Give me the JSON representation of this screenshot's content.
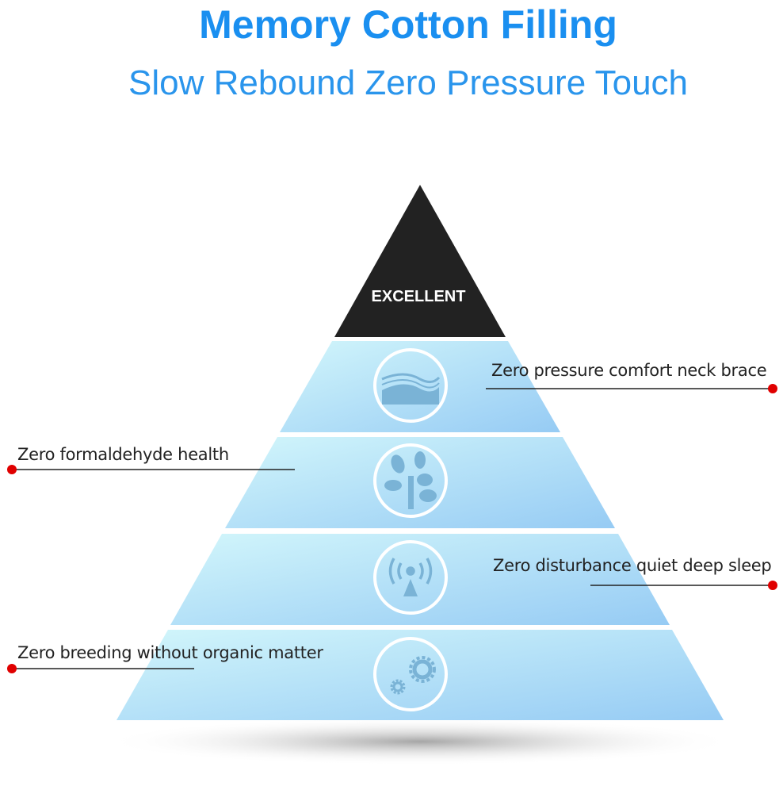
{
  "header": {
    "title": "Memory Cotton Filling",
    "subtitle": "Slow Rebound Zero Pressure Touch"
  },
  "pyramid": {
    "top_label": "EXCELLENT",
    "tiers": [
      {
        "icon": "mattress-wave-icon",
        "label": "Zero pressure comfort neck brace",
        "side": "right"
      },
      {
        "icon": "tree-icon",
        "label": "Zero formaldehyde health",
        "side": "left"
      },
      {
        "icon": "signal-tower-icon",
        "label": "Zero disturbance quiet deep sleep",
        "side": "right"
      },
      {
        "icon": "gears-icon",
        "label": "Zero breeding without organic matter",
        "side": "left"
      }
    ]
  },
  "colors": {
    "title": "#1a8ff0",
    "accent_dot": "#e00000",
    "apex": "#222222",
    "tier_light": "#c8f0fa",
    "tier_dark": "#9fd0f5"
  }
}
